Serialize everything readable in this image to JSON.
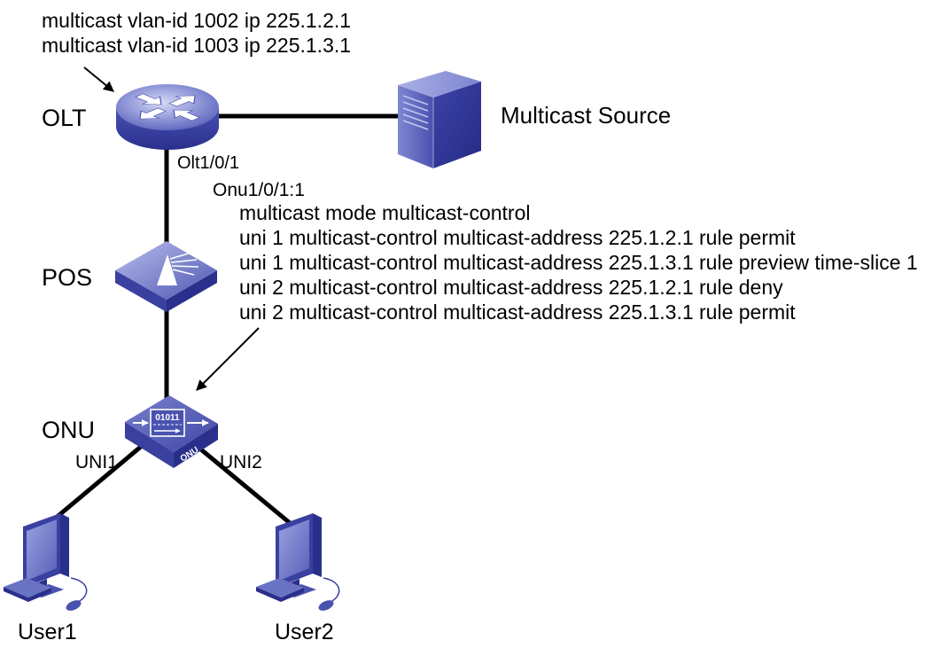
{
  "olt_config": [
    "multicast vlan-id 1002 ip 225.1.2.1",
    "multicast vlan-id 1003 ip 225.1.3.1"
  ],
  "nodes": {
    "olt": {
      "label": "OLT",
      "port": "Olt1/0/1",
      "icon": "router-icon"
    },
    "source": {
      "label": "Multicast Source",
      "icon": "server-icon"
    },
    "pos": {
      "label": "POS",
      "icon": "splitter-icon"
    },
    "onu": {
      "label": "ONU",
      "icon": "onu-icon",
      "screen_text": "01011",
      "body_text": "ONU",
      "port": "Onu1/0/1:1",
      "uni1": "UNI1",
      "uni2": "UNI2",
      "config": [
        "multicast mode multicast-control",
        "uni 1 multicast-control multicast-address 225.1.2.1 rule permit",
        "uni 1 multicast-control multicast-address 225.1.3.1 rule preview time-slice 1",
        "uni 2 multicast-control multicast-address 225.1.2.1 rule deny",
        "uni 2 multicast-control multicast-address 225.1.3.1 rule permit"
      ]
    },
    "user1": {
      "label": "User1",
      "icon": "pc-icon"
    },
    "user2": {
      "label": "User2",
      "icon": "pc-icon"
    }
  },
  "colors": {
    "background": "#ffffff",
    "link": "#000000",
    "device_dark": "#2a2f8c",
    "device_mid": "#3a40a0",
    "device_light": "#8d94d6"
  }
}
